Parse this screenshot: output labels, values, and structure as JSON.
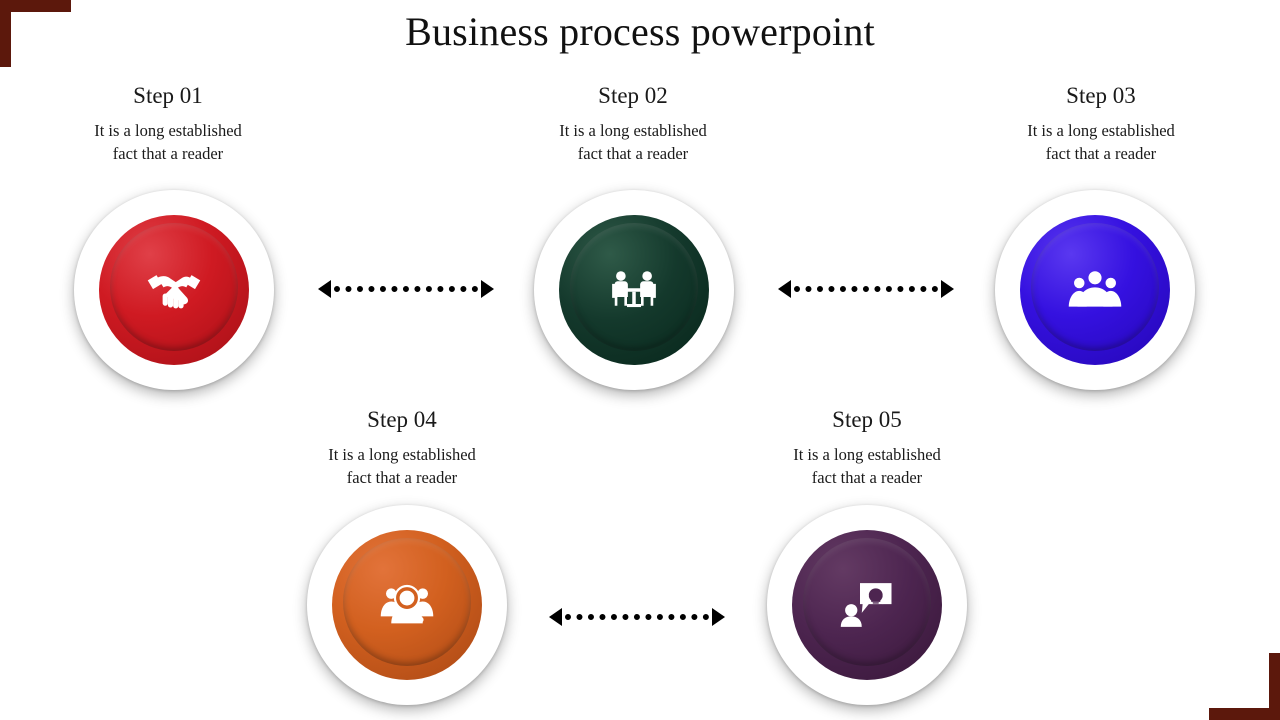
{
  "slide": {
    "title": "Business process powerpoint",
    "background": "#ffffff",
    "corner_color": "#5c180c"
  },
  "steps": [
    {
      "title": "Step 01",
      "description": "It is a long established fact that  a reader",
      "desc_line1": "It is a long established",
      "desc_line2": "fact that  a reader",
      "icon": "handshake-icon",
      "color": "#cf1a22",
      "color_name": "red"
    },
    {
      "title": "Step 02",
      "description": "It is a long established fact that  a reader",
      "desc_line1": "It is a long established",
      "desc_line2": "fact that  a reader",
      "icon": "meeting-table-icon",
      "color": "#14392c",
      "color_name": "dark-green"
    },
    {
      "title": "Step 03",
      "description": "It is a long established fact that  a reader",
      "desc_line1": "It is a long established",
      "desc_line2": "fact that  a reader",
      "icon": "people-group-icon",
      "color": "#3511e0",
      "color_name": "blue"
    },
    {
      "title": "Step 04",
      "description": "It is a long established fact that  a reader",
      "desc_line1": "It is a long established",
      "desc_line2": "fact that  a reader",
      "icon": "people-search-icon",
      "color": "#d2601f",
      "color_name": "orange"
    },
    {
      "title": "Step 05",
      "description": "It is a long established fact that  a reader",
      "desc_line1": "It is a long established",
      "desc_line2": "fact that  a reader",
      "icon": "person-idea-bubble-icon",
      "color": "#4d2550",
      "color_name": "purple"
    }
  ],
  "connectors": [
    {
      "name": "connector-step01-step02",
      "style": "dotted-double-arrow"
    },
    {
      "name": "connector-step02-step03",
      "style": "dotted-double-arrow"
    },
    {
      "name": "connector-step04-step05",
      "style": "dotted-double-arrow"
    }
  ]
}
